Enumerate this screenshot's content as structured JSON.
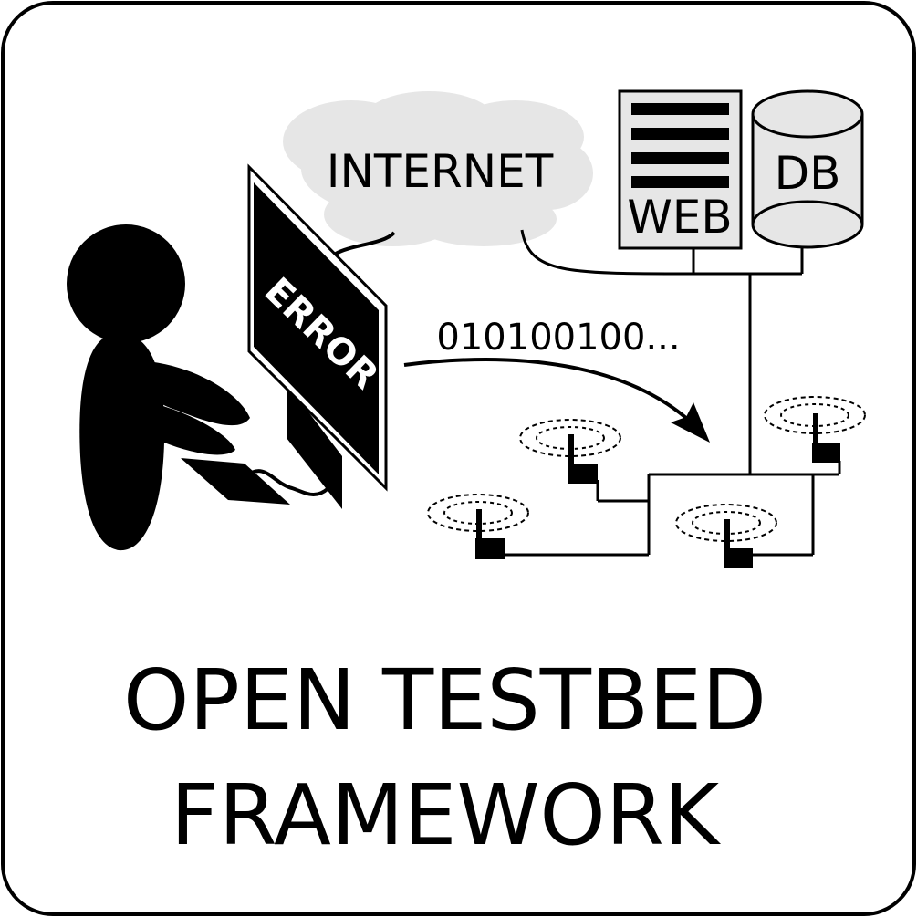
{
  "diagram": {
    "internet_label": "INTERNET",
    "web_label": "WEB",
    "db_label": "DB",
    "screen_label": "ERROR",
    "data_stream_label": "010100100..."
  },
  "title": {
    "line1": "OPEN TESTBED",
    "line2": "FRAMEWORK"
  },
  "colors": {
    "ink": "#000000",
    "cloud": "#e6e6e6",
    "server_fill": "#e6e6e6",
    "background": "#ffffff"
  }
}
